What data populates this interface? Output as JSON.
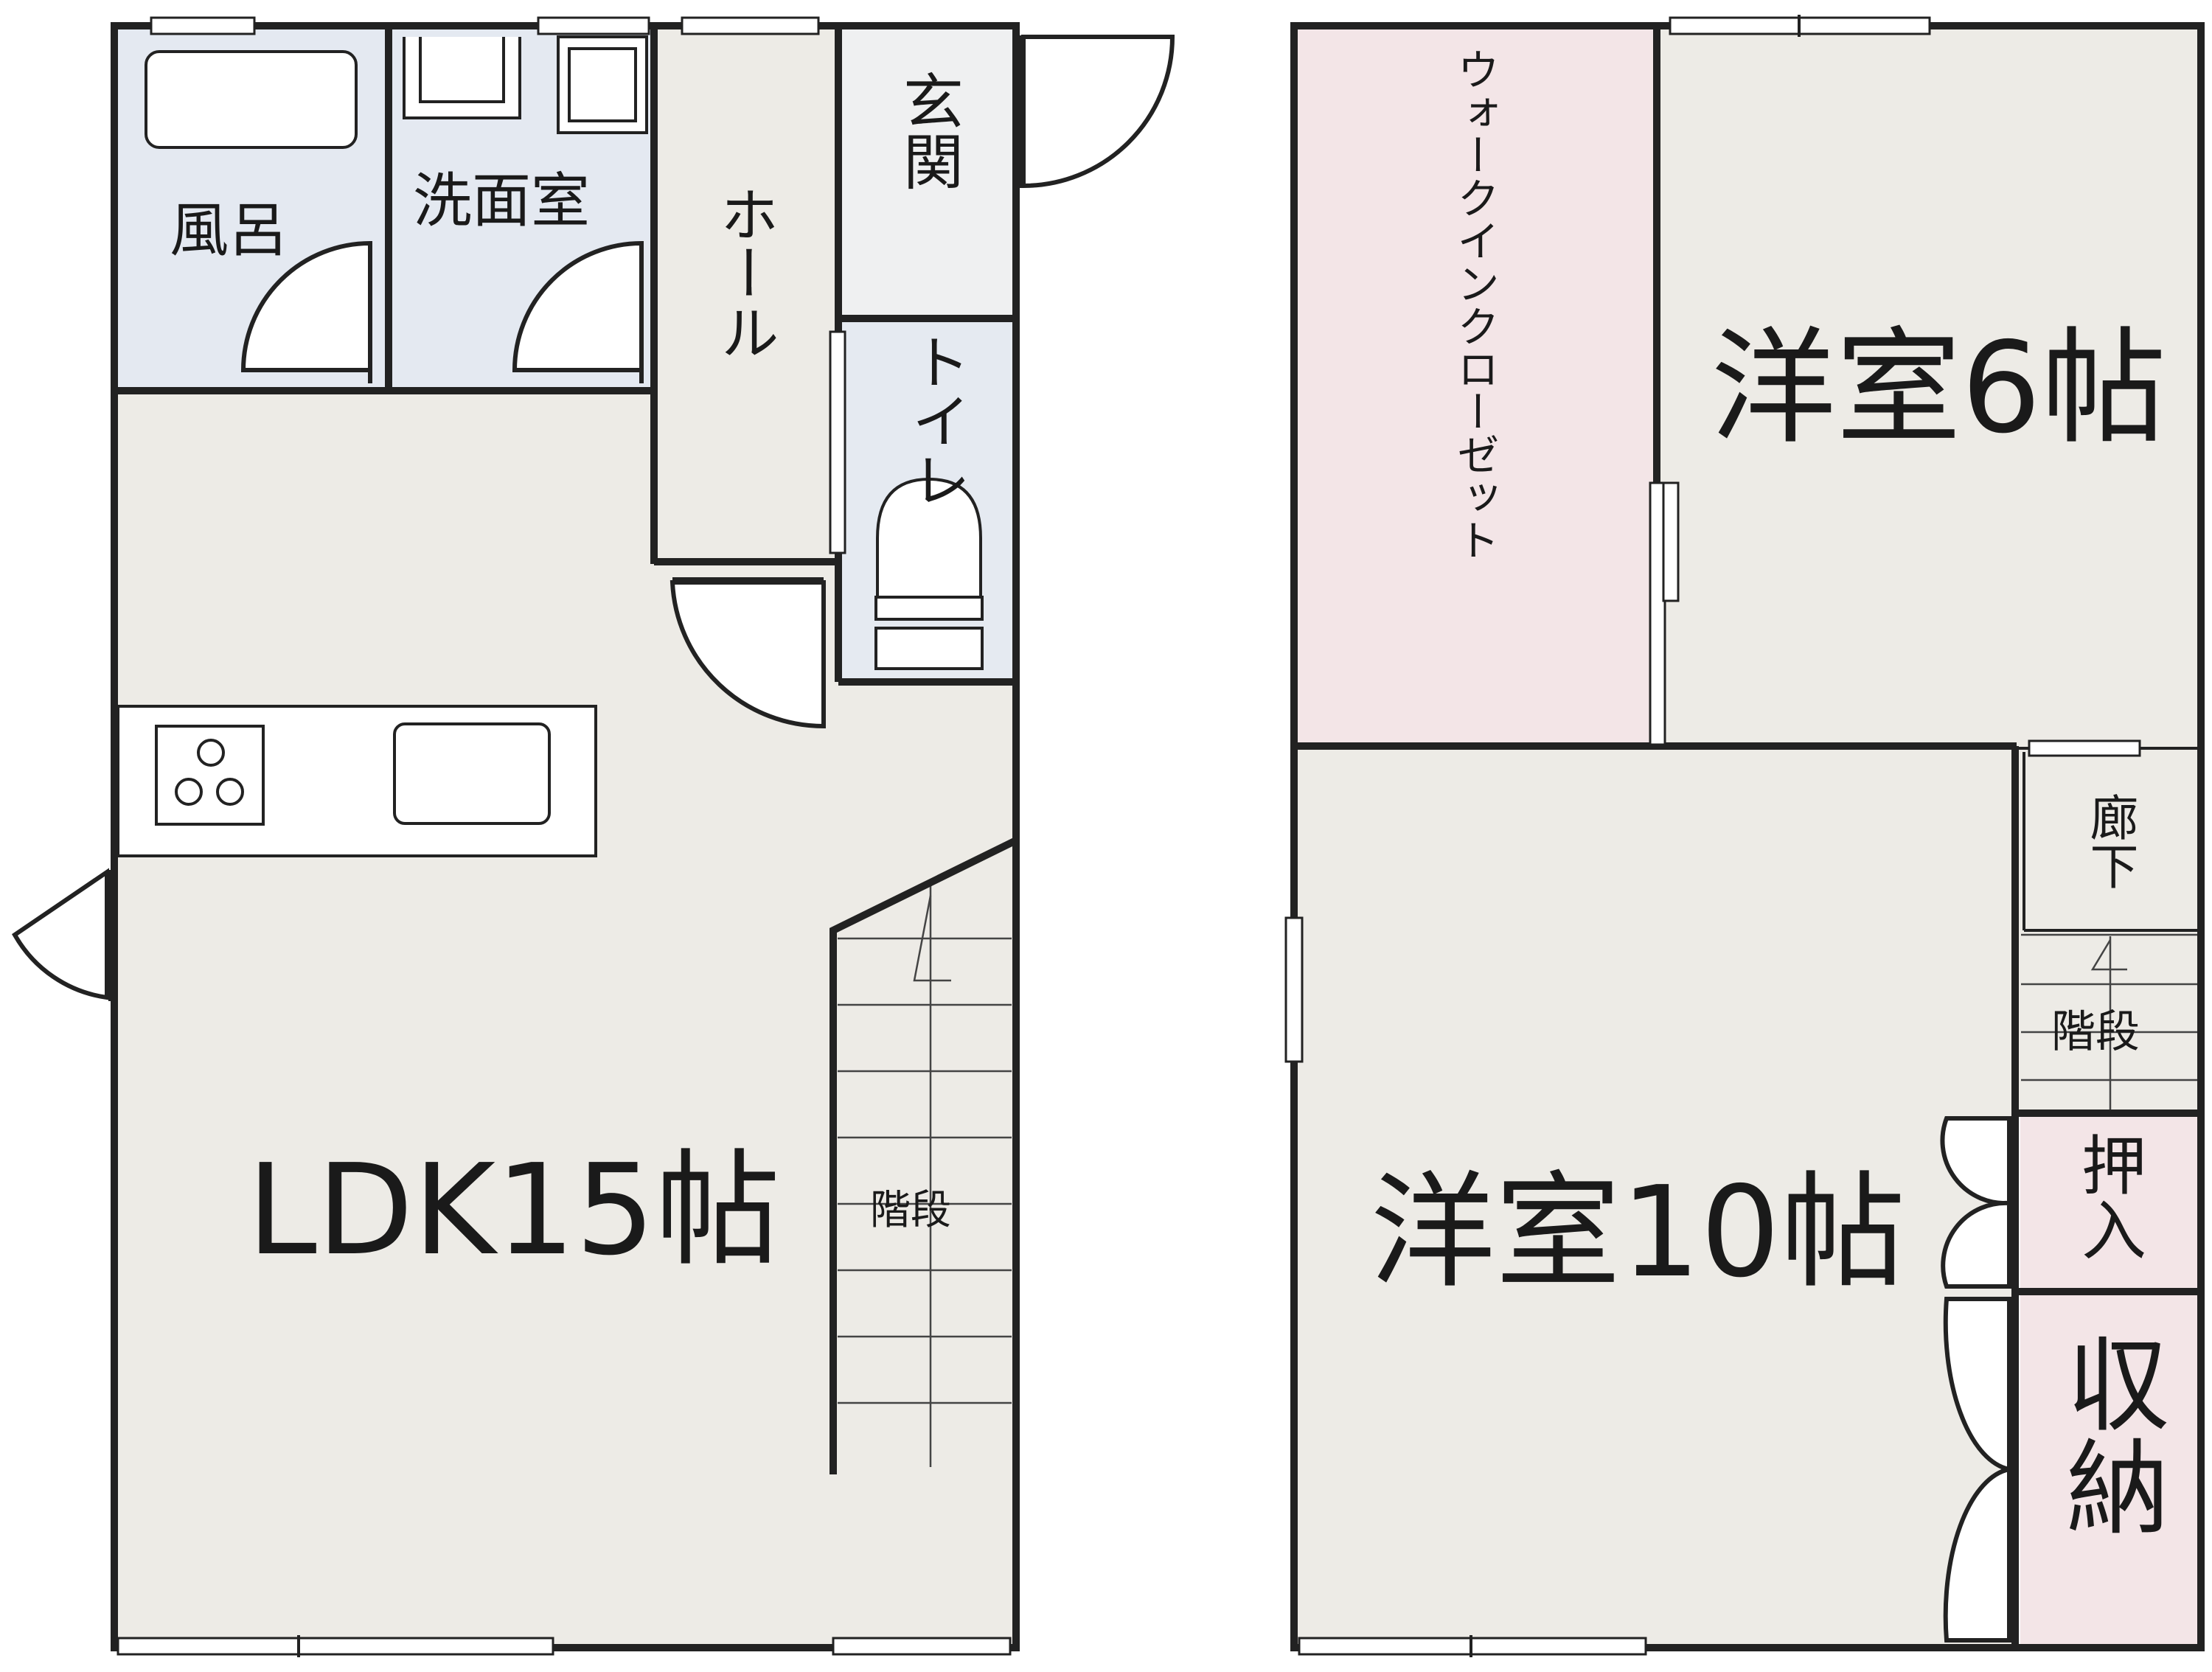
{
  "floor_1": {
    "ldk": "LDK15帖",
    "bath": "風呂",
    "washroom": "洗面室",
    "hall": "ホール",
    "entrance": "玄関",
    "toilet": "トイレ",
    "stairs": "階段"
  },
  "floor_2": {
    "walk_in_closet": "ウォークインクローゼット",
    "bedroom_6": "洋室6帖",
    "bedroom_10": "洋室10帖",
    "corridor": "廊下",
    "stairs": "階段",
    "oshiire": "押入",
    "storage": "収納"
  },
  "colors": {
    "room_gray": "#edebe6",
    "wet_blue": "#e4e9f1",
    "closet_pink": "#f3e5e7",
    "entrance_gray": "#eff0f1",
    "toilet_blue": "#e5eaf1",
    "wall": "#222222"
  }
}
